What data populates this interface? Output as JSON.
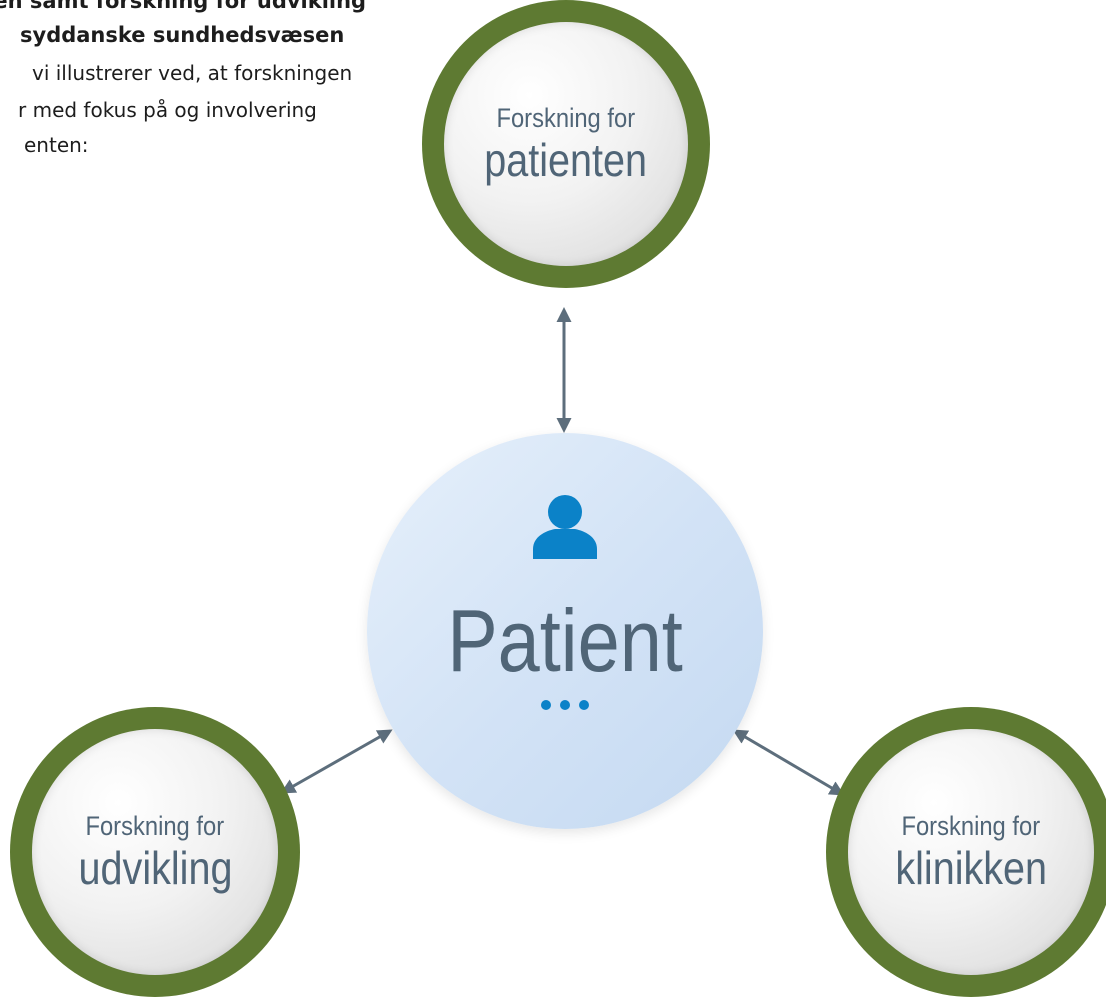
{
  "intro": {
    "line1": "ken samt forskning for udvikling",
    "line2": "syddanske sundhedsvæsen",
    "line3": "vi illustrerer ved, at forskningen",
    "line4": "r med fokus på og involvering",
    "line5": "enten:"
  },
  "center": {
    "title": "Patient",
    "icon": "person-icon",
    "dots_icon": "ellipsis-icon"
  },
  "nodes": {
    "top": {
      "prefix": "Forskning for",
      "main": "patienten"
    },
    "left": {
      "prefix": "Forskning for",
      "main": "udvikling"
    },
    "right": {
      "prefix": "Forskning for",
      "main": "klinikken"
    }
  },
  "colors": {
    "ring": "#5e7a32",
    "text": "#506577",
    "arrow": "#5d6e7c",
    "icon": "#0b82c8",
    "center_fill": "#d3e3f6"
  }
}
